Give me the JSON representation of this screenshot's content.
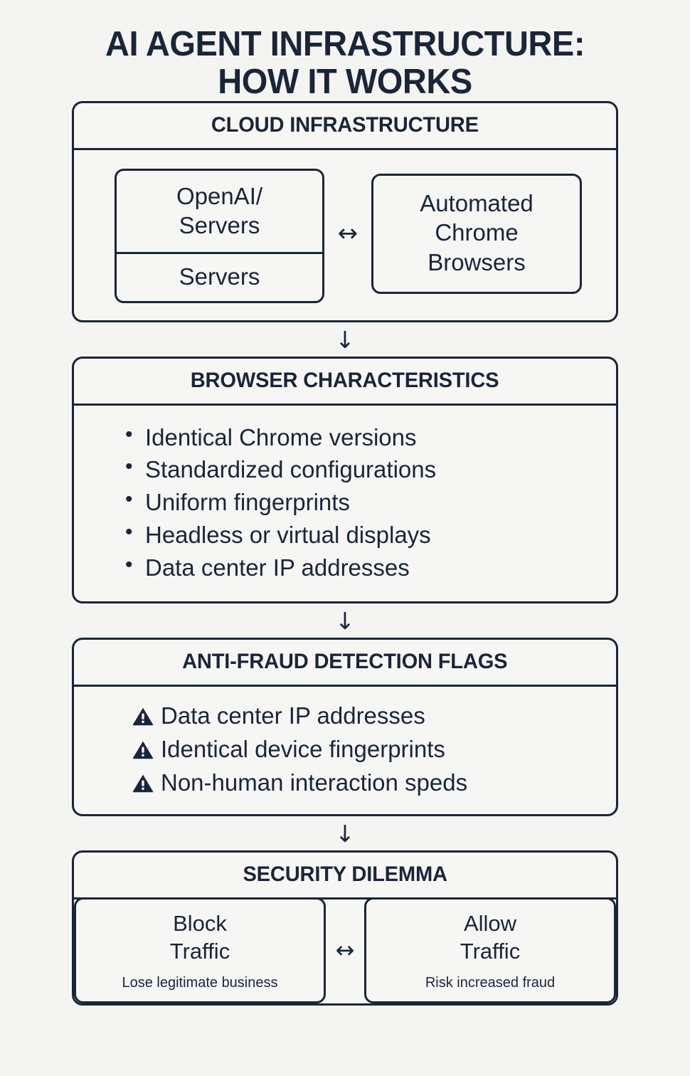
{
  "title": {
    "line1": "AI AGENT INFRASTRUCTURE:",
    "line2": "HOW IT WORKS"
  },
  "colors": {
    "ink": "#1b2538",
    "page_background": "#f4f4f3",
    "card_background": "#f6f6f5",
    "border": "#1b2538"
  },
  "arrows": {
    "down": "↓",
    "bidirectional": "↔"
  },
  "sections": {
    "cloud": {
      "header": "CLOUD INFRASTRUCTURE",
      "left_box": {
        "top_line1": "OpenAI/",
        "top_line2": "Servers",
        "bottom": "Servers"
      },
      "right_box": {
        "line1": "Automated",
        "line2": "Chrome",
        "line3": "Browsers"
      }
    },
    "browser": {
      "header": "BROWSER CHARACTERISTICS",
      "items": [
        "Identical Chrome versions",
        "Standardized configurations",
        "Uniform fingerprints",
        "Headless or virtual displays",
        "Data center IP addresses"
      ]
    },
    "fraud": {
      "header": "ANTI-FRAUD DETECTION FLAGS",
      "items": [
        "Data center IP addresses",
        "Identical device fingerprints",
        "Non-human interaction speds"
      ],
      "icon": "warning-triangle-icon"
    },
    "dilemma": {
      "header": "SECURITY DILEMMA",
      "left_option": {
        "title_line1": "Block",
        "title_line2": "Traffic",
        "subtitle": "Lose legitimate business"
      },
      "right_option": {
        "title_line1": "Allow",
        "title_line2": "Traffic",
        "subtitle": "Risk increased fraud"
      }
    }
  }
}
